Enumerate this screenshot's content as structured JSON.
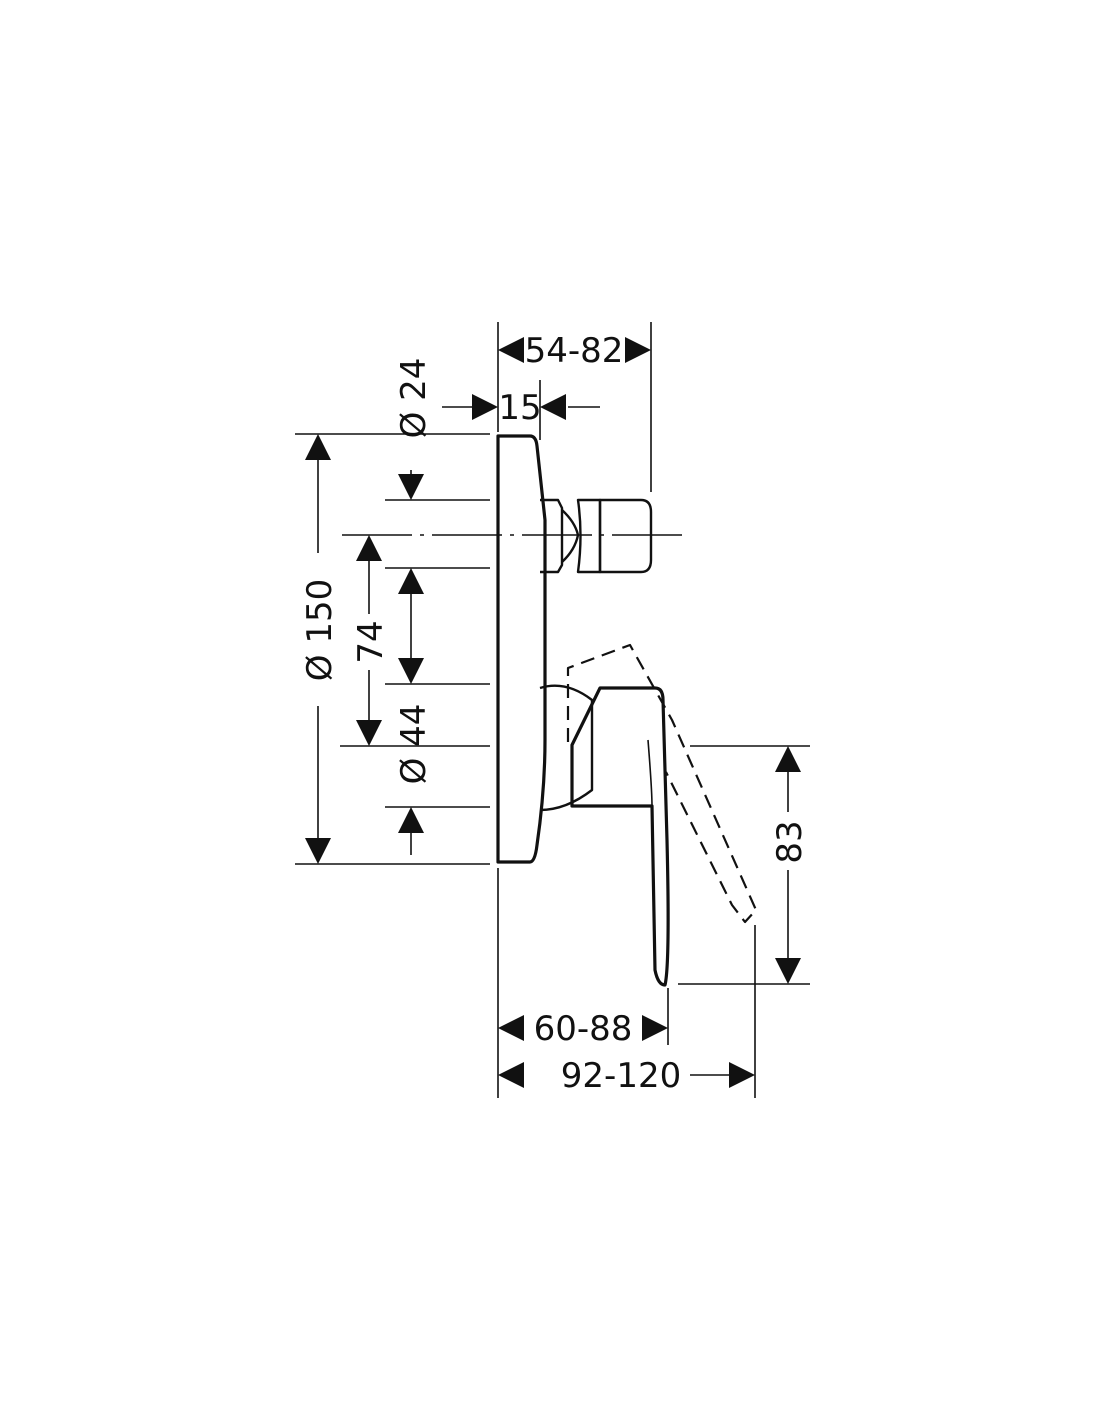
{
  "dimensions": {
    "depth_range_top": "54-82",
    "spout_offset": "15",
    "diameter_outlet": "Ø 24",
    "diameter_plate": "Ø 150",
    "center_distance": "74",
    "diameter_handle_base": "Ø 44",
    "handle_drop": "83",
    "handle_depth": "60-88",
    "overall_depth": "92-120"
  }
}
